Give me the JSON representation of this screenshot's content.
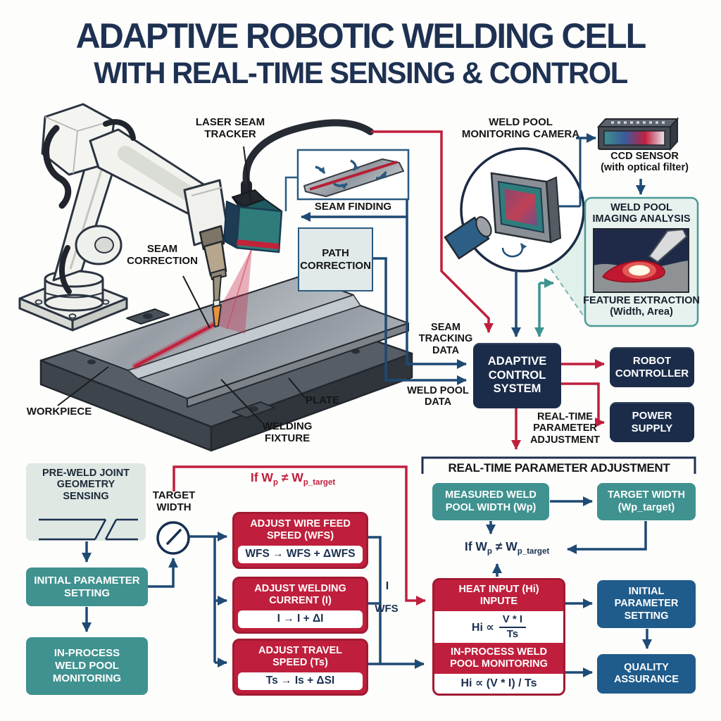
{
  "title": {
    "line1": "ADAPTIVE ROBOTIC WELDING CELL",
    "line2": "WITH REAL-TIME SENSING & CONTROL"
  },
  "colors": {
    "title_navy": "#1e3152",
    "crimson": "#bf1f3c",
    "teal_box": "#3f928f",
    "steel_blue_box": "#1f5b8b",
    "dark_navy_box": "#1a2c49",
    "flow_line_blue": "#1e4a74",
    "teal_line": "#3d948e",
    "panel_blue_gray": "#e1e9ea",
    "panel_mint": "#e7f2ee",
    "panel_sage": "#dfe8e3"
  },
  "scene": {
    "laser_seam_tracker_label": "LASER SEAM\nTRACKER",
    "seam_finding_label": "SEAM FINDING",
    "path_correction_label": "PATH\nCORRECTION",
    "seam_correction_label": "SEAM\nCORRECTION",
    "workpiece_label": "WORKPIECE",
    "plate_label": "PLATE",
    "welding_fixture_label": "WELDING\nFIXTURE",
    "weld_pool_camera_label": "WELD POOL\nMONITORING CAMERA",
    "ccd_sensor_label": "CCD SENSOR\n(with optical filter)",
    "imaging_analysis_title": "WELD POOL\nIMAGING ANALYSIS",
    "feature_extraction_label": "FEATURE EXTRACTION\n(Width, Area)"
  },
  "control_flow": {
    "seam_tracking_data": "SEAM\nTRACKING\nDATA",
    "weld_pool_data": "WELD POOL\nDATA",
    "adaptive_control_system": "ADAPTIVE\nCONTROL\nSYSTEM",
    "robot_controller": "ROBOT\nCONTROLLER",
    "power_supply": "POWER\nSUPPLY",
    "realtime_param_label": "REAL-TIME\nPARAMETER\nADJUSTMENT"
  },
  "preweld_flow": {
    "pre_weld_sensing": "PRE-WELD JOINT\nGEOMETRY\nSENSING",
    "target_width": "TARGET\nWIDTH",
    "initial_parameter_setting": "INITIAL PARAMETER\nSETTING",
    "in_process_monitoring": "IN-PROCESS\nWELD POOL\nMONITORING",
    "if_condition": {
      "p1": "If W",
      "p2": "p",
      "p3": " ≠ W",
      "p4": "p_target"
    },
    "adjust_wfs": {
      "title": "ADJUST WIRE FEED\nSPEED (WFS)",
      "formula": "WFS → WFS + ΔWFS"
    },
    "adjust_current": {
      "title": "ADJUST WELDING\nCURRENT (I)",
      "formula": "I → I + ΔI"
    },
    "adjust_travel": {
      "title": "ADJUST TRAVEL\nSPEED (Ts)",
      "formula": "Ts → Is + ΔSI"
    },
    "line_label_i": "I",
    "line_label_wfs": "WFS"
  },
  "adjustment_panel": {
    "header": "REAL-TIME PARAMETER ADJUSTMENT",
    "measured_width": "MEASURED WELD\nPOOL WIDTH (Wp)",
    "target_width": "TARGET WIDTH\n(Wp_target)",
    "if_condition": {
      "p1": "If W",
      "p2": "p",
      "p3": " ≠ W",
      "p4": "p_target"
    },
    "heat_input": {
      "title": "HEAT INPUT (Hi)\nINPUTE",
      "formula_prefix": "Hi ∝",
      "formula_num": "V * I",
      "formula_den": "Ts"
    },
    "in_process": {
      "title": "IN-PROCESS WELD\nPOOL MONITORING",
      "formula": "Hi ∝ (V * I) / Ts"
    },
    "initial_parameter_setting": "INITIAL\nPARAMETER\nSETTING",
    "quality_assurance": "QUALITY\nASSURANCE"
  }
}
